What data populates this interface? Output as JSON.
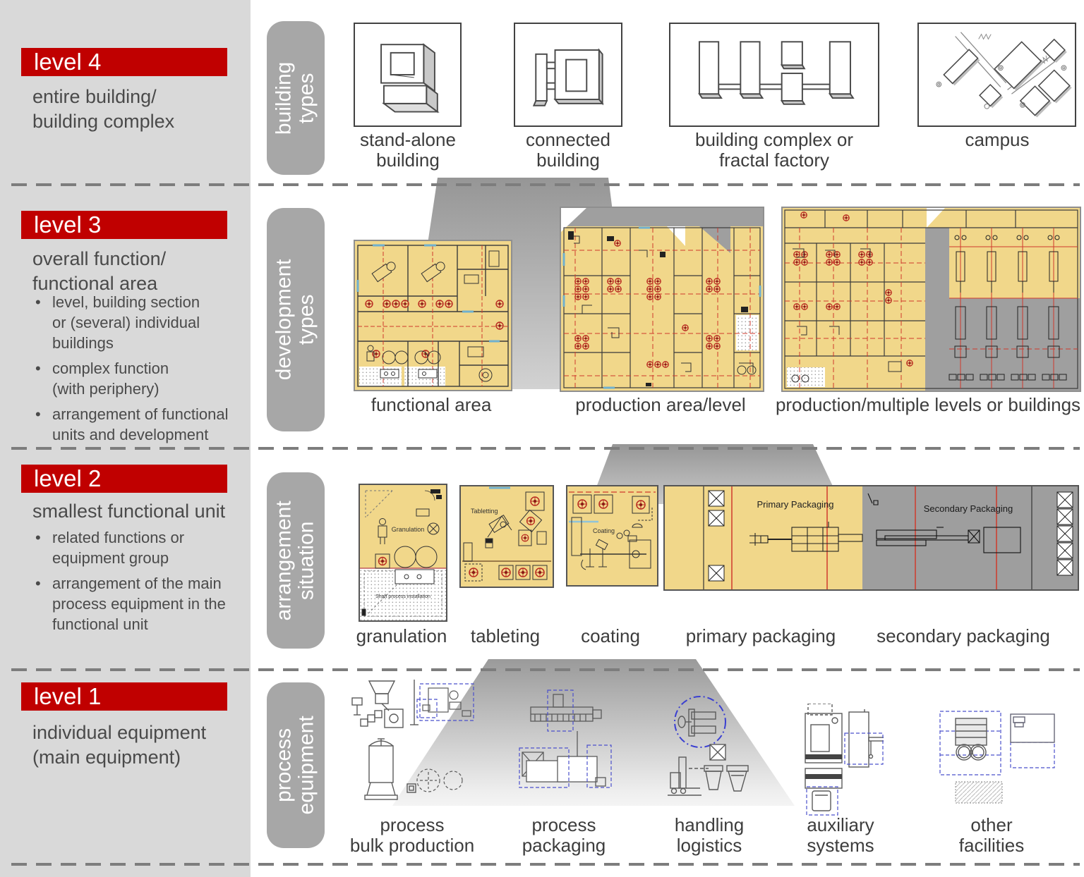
{
  "palette": {
    "accent_red": "#c00000",
    "sidebar_bg": "#d9d9d9",
    "pill_bg": "#a7a7a7",
    "plan_yellow": "#f1d78a",
    "plan_gray": "#9e9e9e",
    "plan_line_red": "#cf3a2c",
    "equipment_dash_blue": "#4b50cc",
    "text_dark": "#4a4a4a"
  },
  "sidebar": {
    "levels": [
      {
        "bar": "level 4",
        "title": "entire building/\nbuilding complex",
        "bullets": []
      },
      {
        "bar": "level 3",
        "title": "overall function/\nfunctional area",
        "bullets": [
          "level, building section\nor (several) individual\nbuildings",
          "complex function\n(with periphery)",
          "arrangement of functional\nunits and development"
        ]
      },
      {
        "bar": "level 2",
        "title": "smallest functional unit",
        "bullets": [
          "related functions or\nequipment group",
          "arrangement of the main\nprocess equipment in the\nfunctional unit"
        ]
      },
      {
        "bar": "level 1",
        "title": "individual equipment\n(main equipment)",
        "bullets": []
      }
    ]
  },
  "pills": [
    "building\ntypes",
    "development\ntypes",
    "arrangement\nsituation",
    "process\nequipment"
  ],
  "row1": {
    "captions": [
      "stand-alone\nbuilding",
      "connected\nbuilding",
      "building complex or\nfractal factory",
      "campus"
    ]
  },
  "row2": {
    "captions": [
      "functional area",
      "production area/level",
      "production/multiple levels or buildings"
    ]
  },
  "row3": {
    "captions": [
      "granulation",
      "tableting",
      "coating",
      "primary packaging",
      "secondary packaging"
    ],
    "plan_labels": {
      "granulation": "Granulation",
      "shaft": "Shaft process installation",
      "tableting": "Tabletting",
      "coating": "Coating",
      "primary": "Primary Packaging",
      "secondary": "Secondary Packaging"
    }
  },
  "row4": {
    "captions": [
      "process\nbulk production",
      "process\npackaging",
      "handling\nlogistics",
      "auxiliary\nsystems",
      "other\nfacilities"
    ]
  }
}
